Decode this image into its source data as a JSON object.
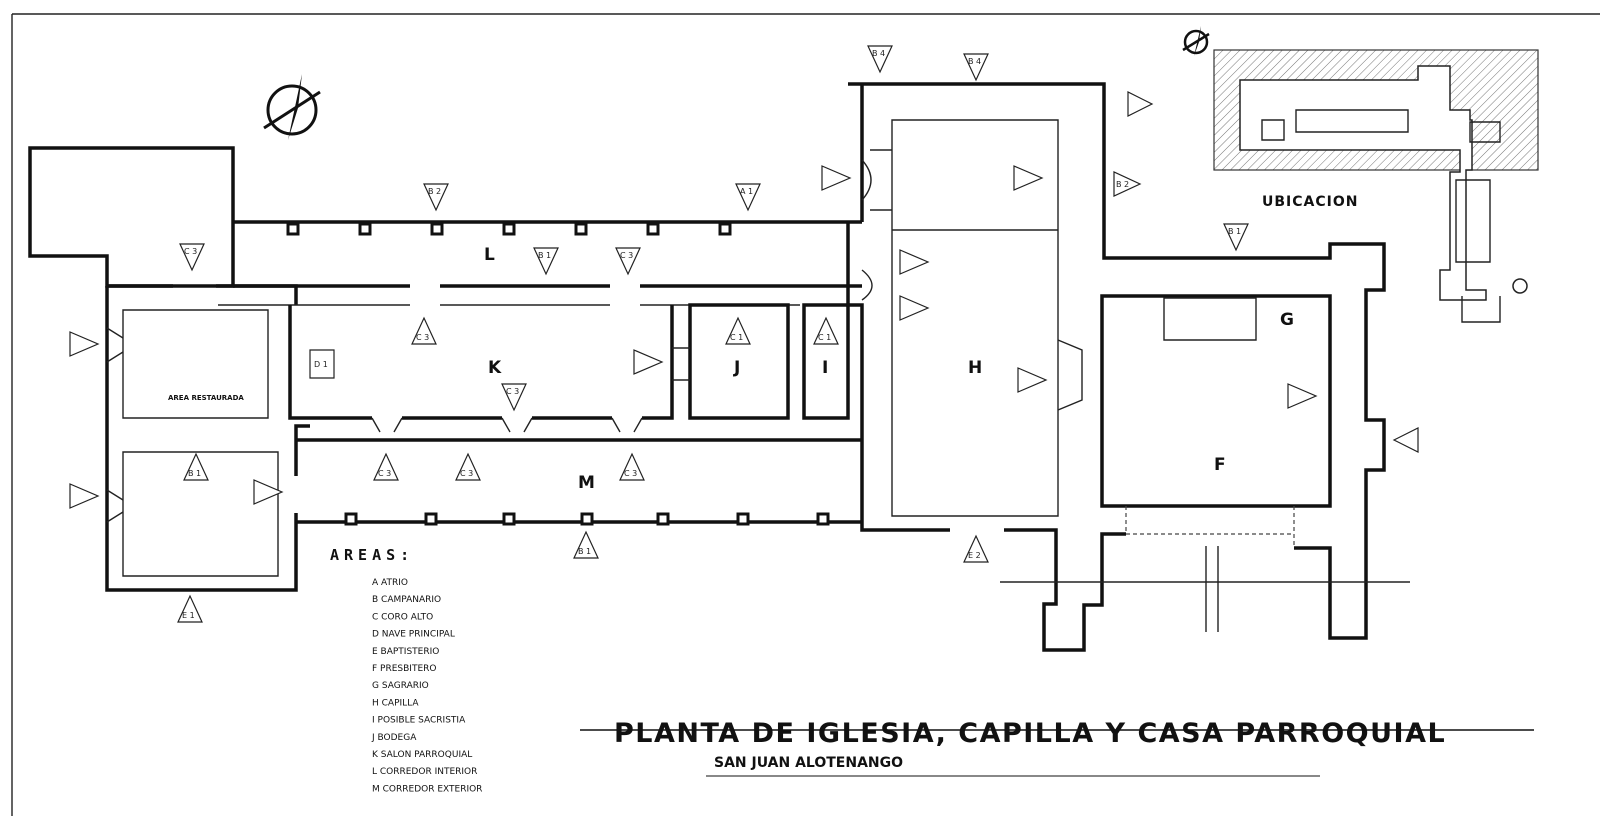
{
  "title": "PLANTA DE IGLESIA, CAPILLA Y CASA PARROQUIAL",
  "subtitle": "SAN JUAN ALOTENANGO",
  "location_label": "UBICACION",
  "restored_area_label": "AREA RESTAURADA",
  "rooms": {
    "F": "F",
    "G": "G",
    "H": "H",
    "I": "I",
    "J": "J",
    "K": "K",
    "L": "L",
    "M": "M"
  },
  "legend": {
    "title": "AREAS:",
    "items": [
      "A  ATRIO",
      "B  CAMPANARIO",
      "C  CORO ALTO",
      "D  NAVE PRINCIPAL",
      "E  BAPTISTERIO",
      "F  PRESBITERO",
      "G  SAGRARIO",
      "H  CAPILLA",
      "I  POSIBLE SACRISTIA",
      "J  BODEGA",
      "K  SALON PARROQUIAL",
      "L  CORREDOR INTERIOR",
      "M  CORREDOR EXTERIOR"
    ]
  },
  "section_markers": [
    "B 2",
    "A 1",
    "B 1",
    "C 3",
    "C 3",
    "C 3",
    "C 3",
    "B 1",
    "C 3",
    "C 3",
    "C 3",
    "C 1",
    "C 1",
    "B 1",
    "E 1",
    "D 1",
    "B 4",
    "B 4",
    "B 1",
    "E 2",
    "B 2"
  ]
}
